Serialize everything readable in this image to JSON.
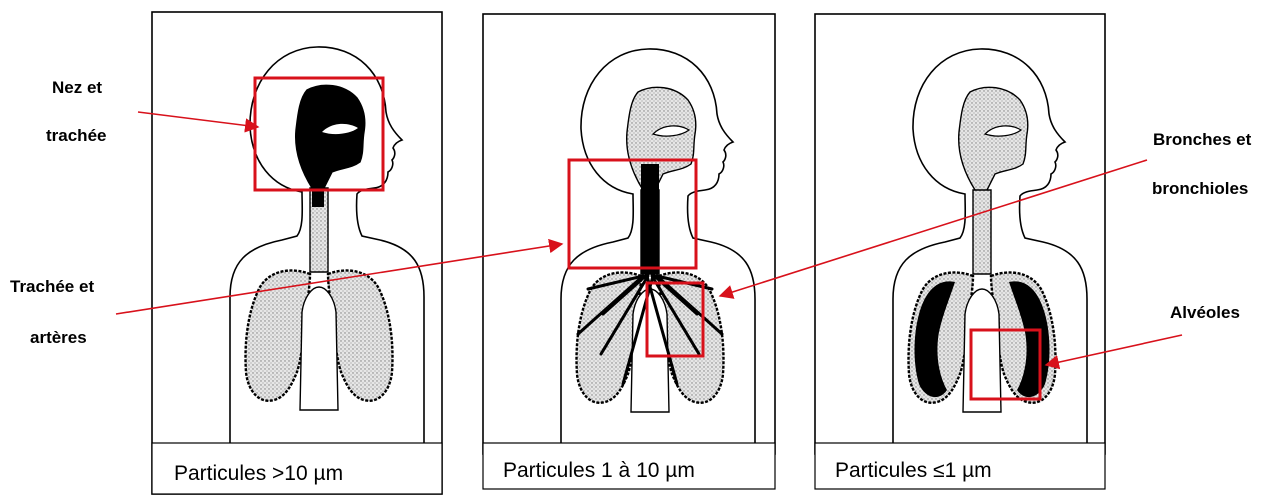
{
  "labels": {
    "nez_l1": "Nez et",
    "nez_l2": "trachée",
    "trachee_l1": "Trachée et",
    "trachee_l2": "artères",
    "bronches_l1": "Bronches et",
    "bronches_l2": "bronchioles",
    "alveoles": "Alvéoles"
  },
  "captions": {
    "panel1": "Particules >10 µm",
    "panel2": "Particules 1 à 10 µm",
    "panel3": "Particules ≤1 µm"
  },
  "colors": {
    "highlight": "#d8111b",
    "ink": "#000000",
    "tissue": "#dcdcdc"
  }
}
